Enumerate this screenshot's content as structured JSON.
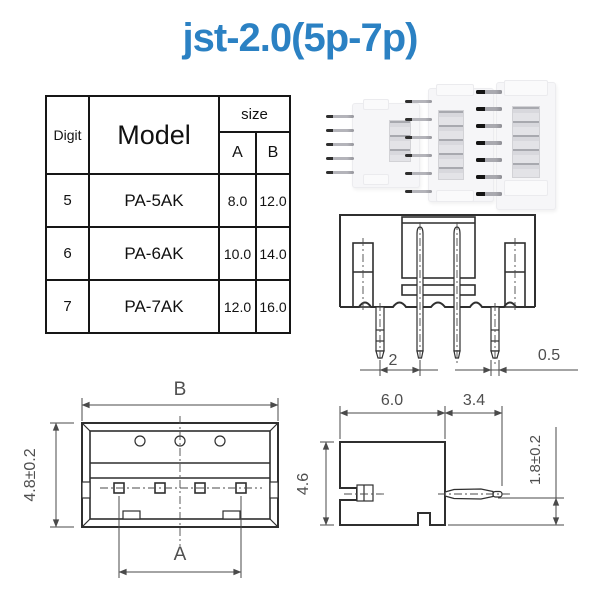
{
  "title": "jst-2.0(5p-7p)",
  "colors": {
    "title_blue": "#2b81c3",
    "drawing_line": "#2f2f2f",
    "dim_line": "#4a4a4a",
    "dim_text": "#4f4f4f",
    "table_border": "#161616"
  },
  "table": {
    "headers": {
      "digit": "Digit",
      "model": "Model",
      "size": "size",
      "col_a": "A",
      "col_b": "B"
    },
    "rows": [
      {
        "digit": "5",
        "model": "PA-5AK",
        "a": "8.0",
        "b": "12.0"
      },
      {
        "digit": "6",
        "model": "PA-6AK",
        "a": "10.0",
        "b": "14.0"
      },
      {
        "digit": "7",
        "model": "PA-7AK",
        "a": "12.0",
        "b": "16.0"
      }
    ]
  },
  "drawings": {
    "top_view": {
      "pin_pitch": "2",
      "pin_width": "0.5"
    },
    "front_view": {
      "overall_width": "B",
      "overall_height": "4.8±0.2",
      "pin_span": "A"
    },
    "side_view": {
      "body_depth": "6.0",
      "pin_length": "3.4",
      "body_height": "4.6",
      "pin_offset": "1.8±0.2"
    }
  }
}
